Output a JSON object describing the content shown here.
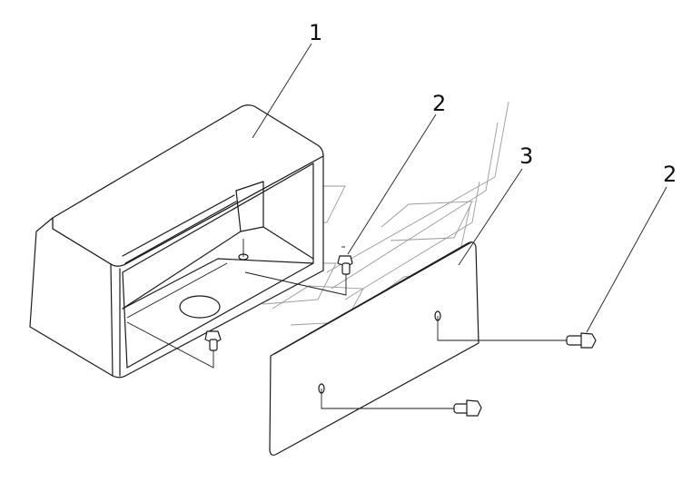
{
  "callouts": [
    {
      "id": "cover-box",
      "label": "1"
    },
    {
      "id": "bolt-upper",
      "label": "2"
    },
    {
      "id": "cover-plate",
      "label": "3"
    },
    {
      "id": "bolt-right",
      "label": "2"
    }
  ]
}
